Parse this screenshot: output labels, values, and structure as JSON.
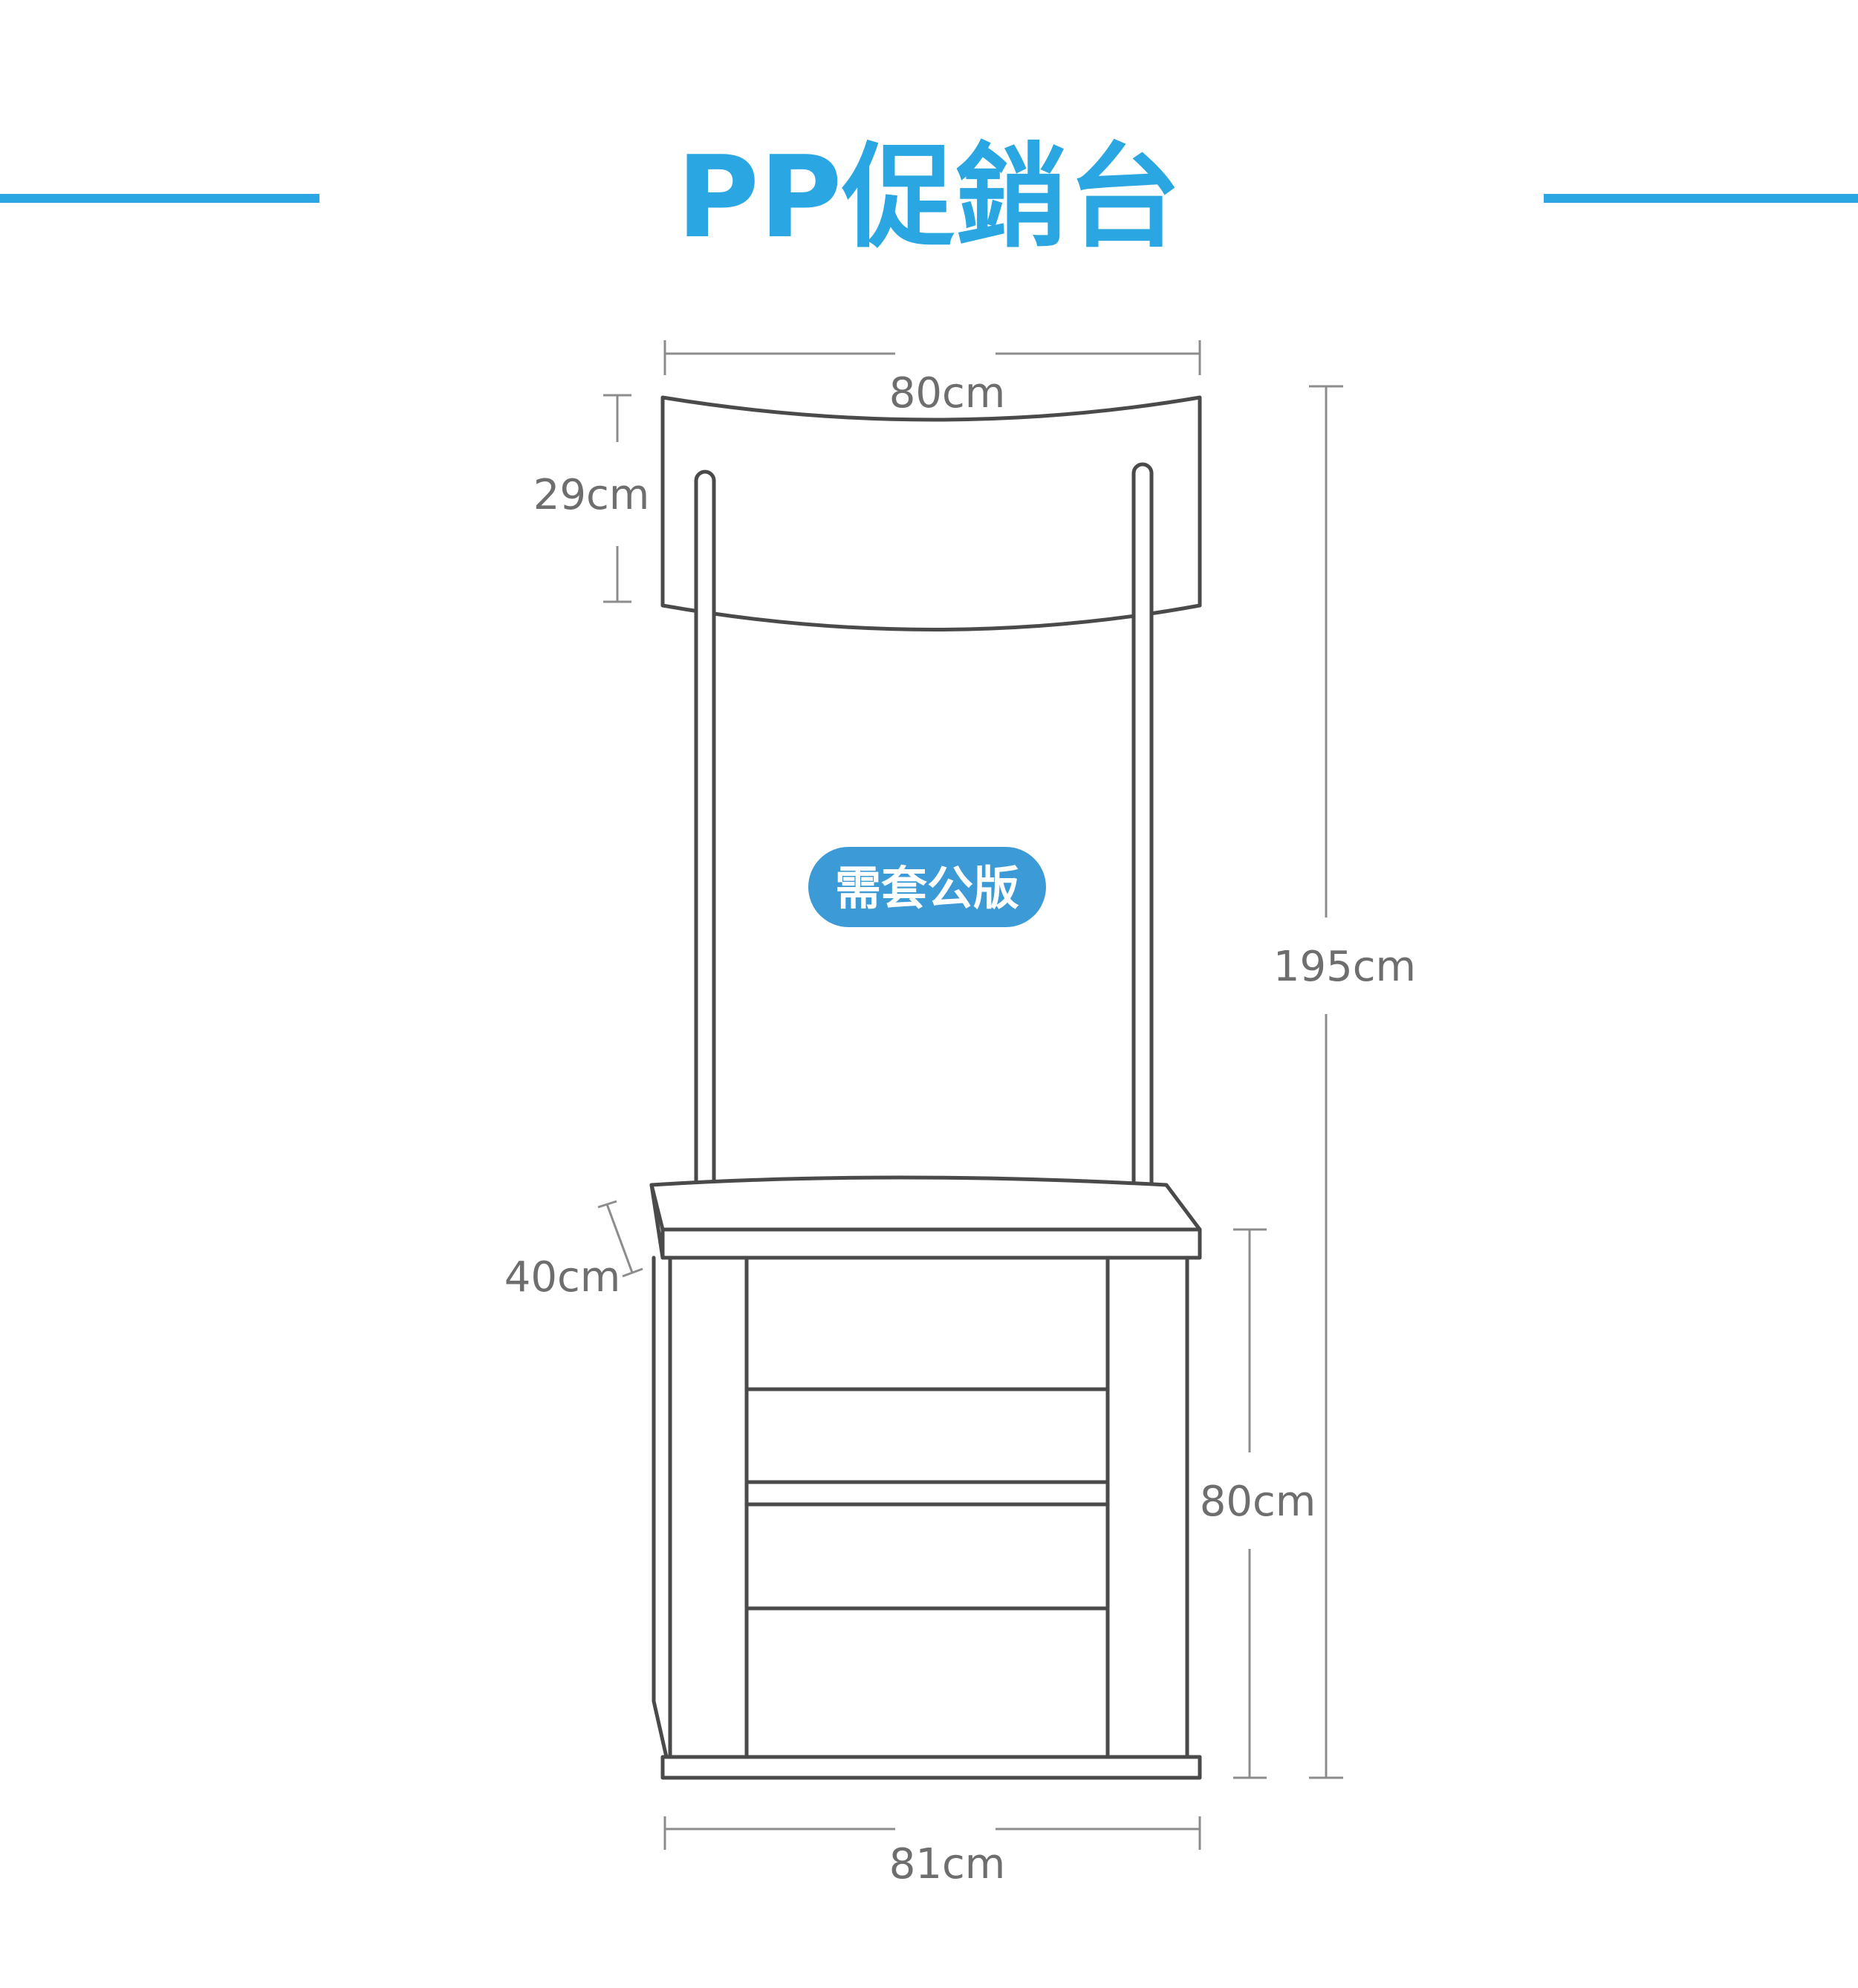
{
  "title": "PP促銷台",
  "badge": "需套公版",
  "dimensions": {
    "header_width": "80cm",
    "header_height": "29cm",
    "total_height": "195cm",
    "counter_depth": "40cm",
    "counter_height": "80cm",
    "base_width": "81cm"
  },
  "colors": {
    "accent": "#2AA7E2",
    "badge_fill": "#3C9AD6",
    "line": "#4A4A4A",
    "dimension_line": "#8C8C8C",
    "dimension_text": "#6E6E6E"
  }
}
